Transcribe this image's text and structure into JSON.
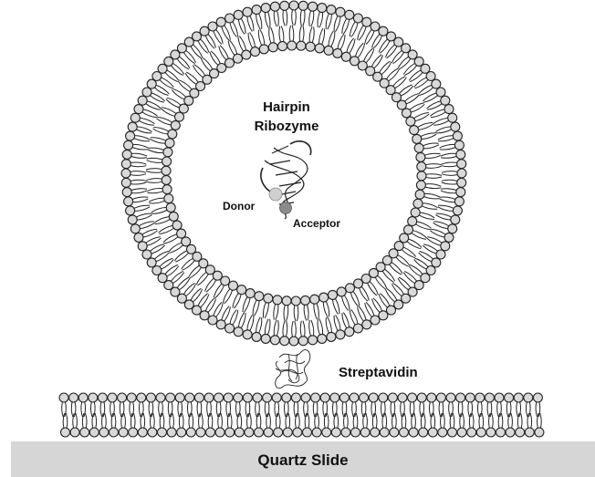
{
  "labels": {
    "ribozyme_line1": "Hairpin",
    "ribozyme_line2": "Ribozyme",
    "donor": "Donor",
    "acceptor": "Acceptor",
    "streptavidin": "Streptavidin",
    "slide": "Quartz Slide"
  },
  "colors": {
    "lipid_head": "#d9d9d9",
    "lipid_outline": "#222222",
    "donor_dye": "#d0d0d0",
    "acceptor_dye": "#8a8a8a",
    "slide": "#d6d6d6",
    "slide_text": "#111111"
  },
  "icons": {
    "ribozyme": "rna-helix-icon",
    "streptavidin": "protein-tangle-icon"
  }
}
